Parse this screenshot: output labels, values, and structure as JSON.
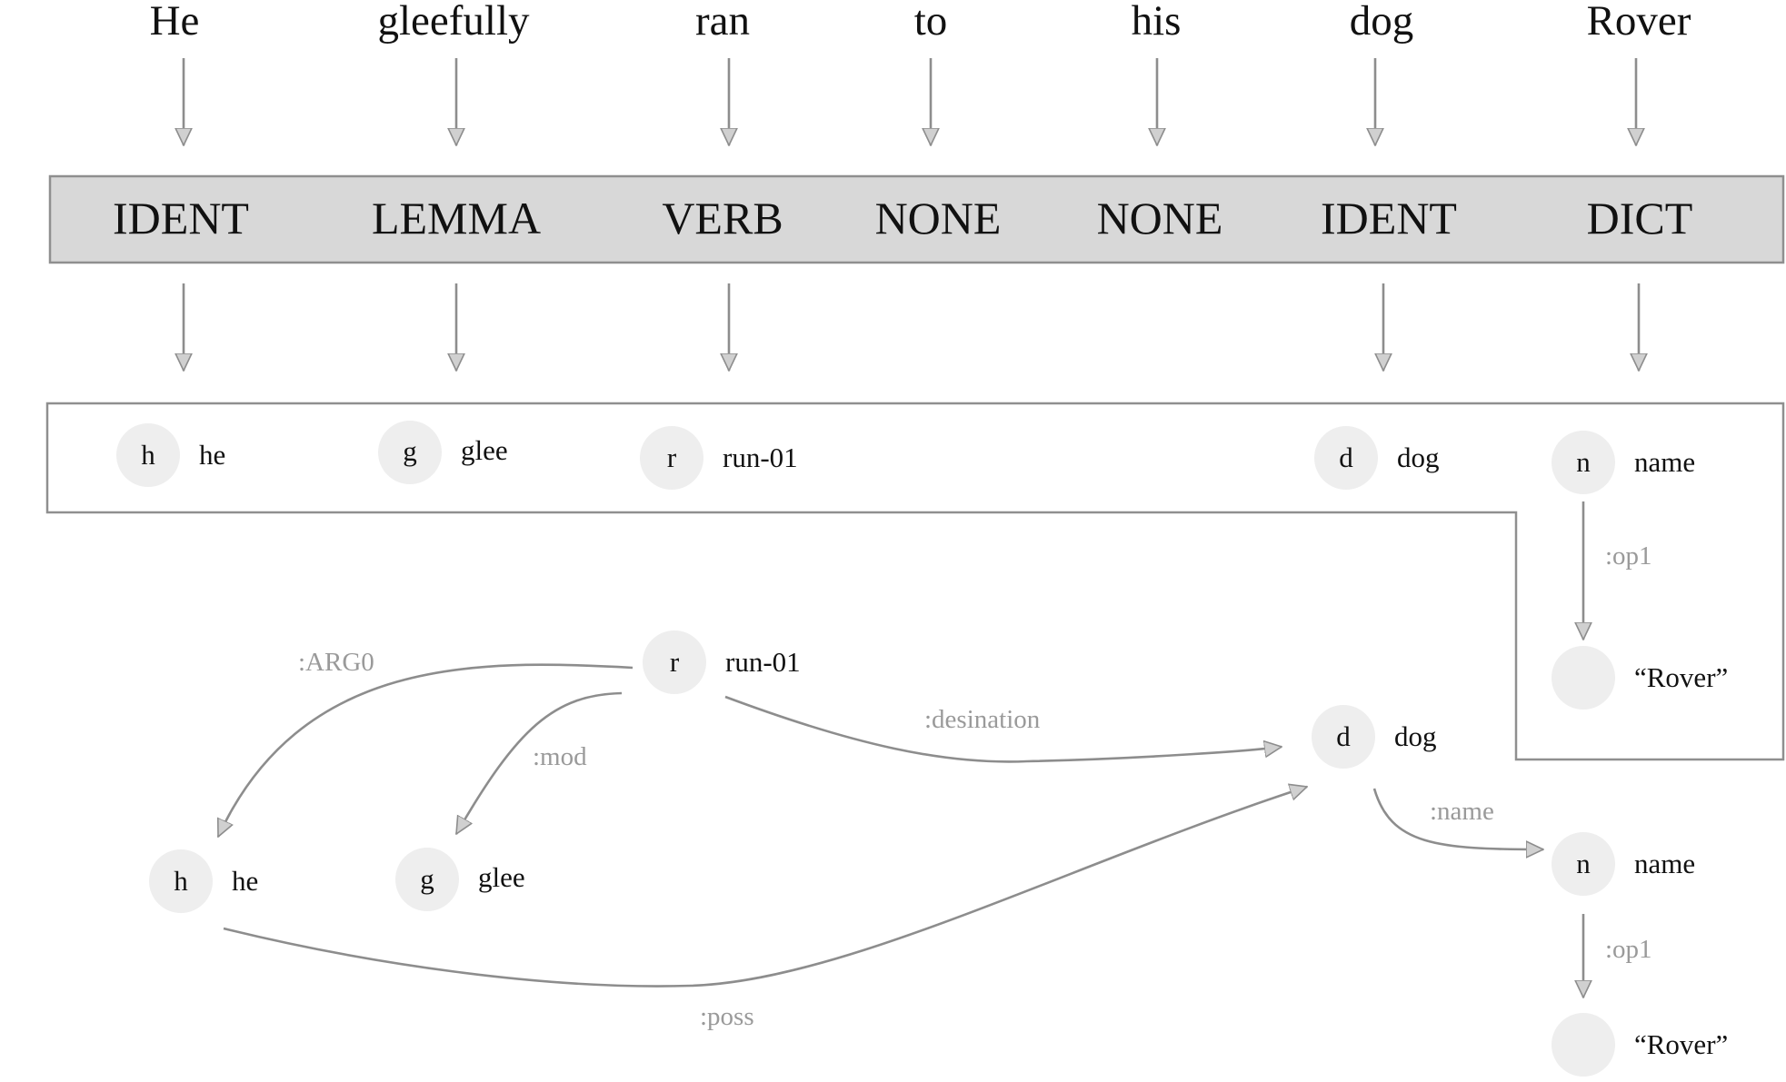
{
  "colors": {
    "action_band_fill": "#d8d8d8",
    "frame_stroke": "#8f8f8f",
    "arrow_stroke": "#8d8d8d",
    "arrow_head_fill": "#d0d0d0",
    "node_fill": "#eeeeee",
    "edge_label_color": "#9a9a9a"
  },
  "sentence": {
    "words": [
      "He",
      "gleefully",
      "ran",
      "to",
      "his",
      "dog",
      "Rover"
    ]
  },
  "actions": [
    "IDENT",
    "LEMMA",
    "VERB",
    "NONE",
    "NONE",
    "IDENT",
    "DICT"
  ],
  "concepts_row": [
    {
      "var": "h",
      "label": "he"
    },
    {
      "var": "g",
      "label": "glee"
    },
    {
      "var": "r",
      "label": "run-01"
    },
    {
      "var": "d",
      "label": "dog"
    },
    {
      "var": "n",
      "label": "name"
    },
    {
      "var": "",
      "label": "“Rover”"
    },
    {
      "edge": ":op1"
    }
  ],
  "graph": {
    "nodes": [
      {
        "id": "r",
        "var": "r",
        "label": "run-01"
      },
      {
        "id": "h",
        "var": "h",
        "label": "he"
      },
      {
        "id": "g",
        "var": "g",
        "label": "glee"
      },
      {
        "id": "d",
        "var": "d",
        "label": "dog"
      },
      {
        "id": "n",
        "var": "n",
        "label": "name"
      },
      {
        "id": "rover",
        "var": "",
        "label": "“Rover”"
      }
    ],
    "edges": [
      {
        "from": "r",
        "to": "h",
        "label": ":ARG0"
      },
      {
        "from": "r",
        "to": "g",
        "label": ":mod"
      },
      {
        "from": "r",
        "to": "d",
        "label": ":desination"
      },
      {
        "from": "h",
        "to": "d",
        "label": ":poss"
      },
      {
        "from": "d",
        "to": "n",
        "label": ":name"
      },
      {
        "from": "n",
        "to": "rover",
        "label": ":op1"
      }
    ]
  }
}
